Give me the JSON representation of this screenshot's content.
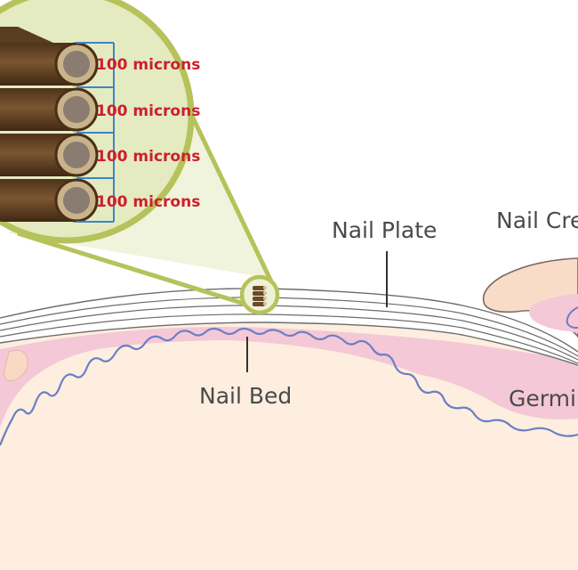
{
  "labels": {
    "nail_plate": "Nail Plate",
    "nail_crest": "Nail Cre",
    "nail_bed": "Nail Bed",
    "germinal": "Germi"
  },
  "inset": {
    "measurements": [
      "100 microns",
      "100 microns",
      "100 microns",
      "100 microns"
    ]
  },
  "colors": {
    "skin": "#fdeee0",
    "tissue_pink": "#f4c8d6",
    "tissue_wave": "#6b7fc4",
    "nail_lines": "#6c6c6c",
    "inset_ring": "#b6c25a",
    "inset_fill": "#e4ebc0",
    "fiber_brown": "#6b4a2a",
    "measure_blue": "#3a86c8",
    "measure_red": "#cc1f2e"
  }
}
